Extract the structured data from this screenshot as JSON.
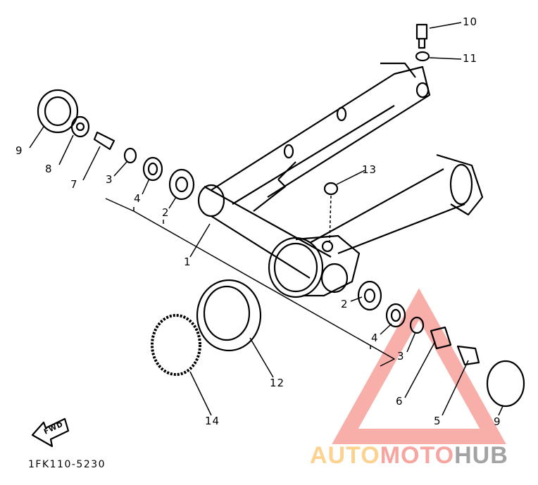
{
  "diagram": {
    "part_code": "1FK110-5230",
    "fwd_label": "FWD",
    "callouts": [
      {
        "id": "10",
        "label": "10"
      },
      {
        "id": "11",
        "label": "11"
      },
      {
        "id": "9a",
        "label": "9"
      },
      {
        "id": "8",
        "label": "8"
      },
      {
        "id": "7",
        "label": "7"
      },
      {
        "id": "3a",
        "label": "3"
      },
      {
        "id": "4a",
        "label": "4"
      },
      {
        "id": "2a",
        "label": "2"
      },
      {
        "id": "13",
        "label": "13"
      },
      {
        "id": "1",
        "label": "1"
      },
      {
        "id": "2b",
        "label": "2"
      },
      {
        "id": "4b",
        "label": "4"
      },
      {
        "id": "3b",
        "label": "3"
      },
      {
        "id": "6",
        "label": "6"
      },
      {
        "id": "5",
        "label": "5"
      },
      {
        "id": "9b",
        "label": "9"
      },
      {
        "id": "12",
        "label": "12"
      },
      {
        "id": "14",
        "label": "14"
      }
    ]
  },
  "watermark": {
    "part1": "AUTO",
    "part2": "MOTO",
    "part3": "HUB",
    "colors": {
      "auto": "#fcd28e",
      "moto": "#f7a5a0",
      "hub": "#a3a3a3",
      "triangle": "#f7a5a0"
    }
  }
}
